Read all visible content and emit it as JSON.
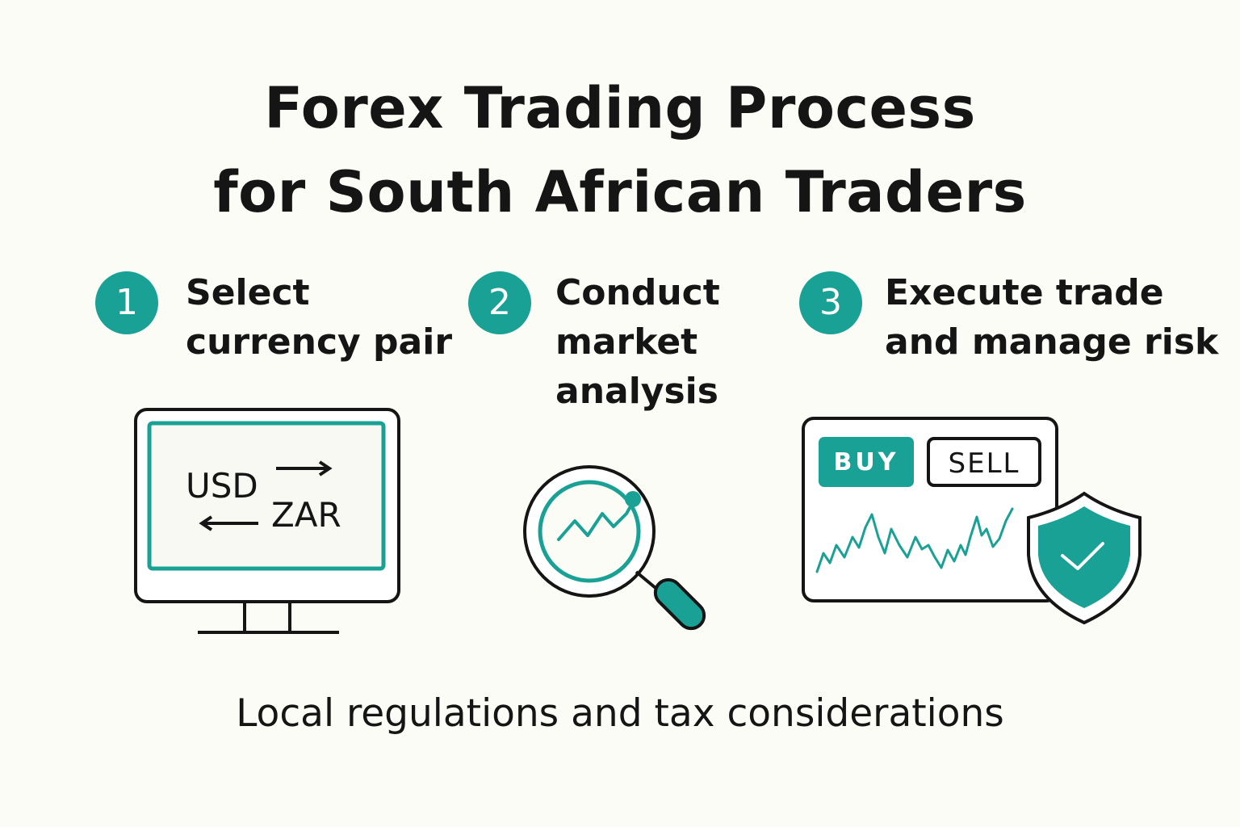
{
  "title": {
    "line1": "Forex Trading Process",
    "line2": "for South African Traders"
  },
  "steps": [
    {
      "number": "1",
      "lines": [
        "Select",
        "currency pair"
      ]
    },
    {
      "number": "2",
      "lines": [
        "Conduct",
        "market",
        "analysis"
      ]
    },
    {
      "number": "3",
      "lines": [
        "Execute trade",
        "and manage risk"
      ]
    }
  ],
  "monitor": {
    "base_currency": "USD",
    "quote_currency": "ZAR",
    "icon": "computer-monitor-icon"
  },
  "analysis": {
    "icon": "magnifying-glass-chart-icon"
  },
  "trade_panel": {
    "buy_label": "BUY",
    "sell_label": "SELL",
    "icon": "shield-check-icon"
  },
  "footer": "Local regulations and tax considerations",
  "colors": {
    "accent": "#1aa195",
    "ink": "#151515",
    "background": "#fcfcf7"
  }
}
